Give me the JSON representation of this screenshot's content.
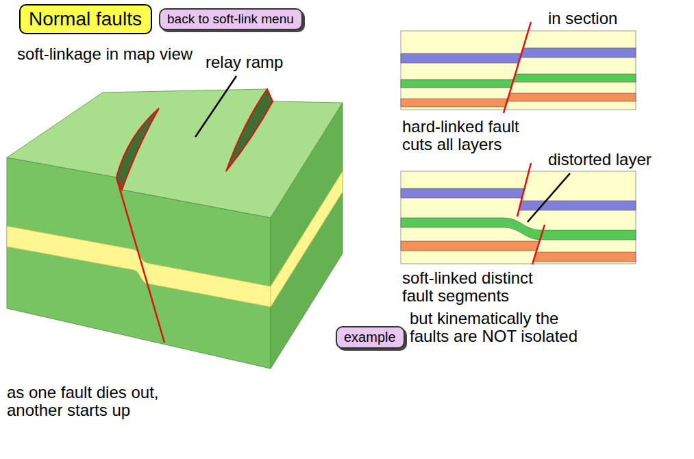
{
  "diagram": {
    "title": "Normal faults",
    "nodes": [
      {
        "text": [
          "back to soft-link menu"
        ]
      },
      {
        "text": [
          "example"
        ]
      }
    ],
    "labels": [
      "soft-linkage in map view",
      "in section",
      "relay ramp",
      "hard-linked fault cuts all layers",
      "distorted layer",
      "soft-linked distinct fault segments",
      "as one fault dies out, another starts up",
      "but kinematically the faults are NOT isolated"
    ]
  }
}
